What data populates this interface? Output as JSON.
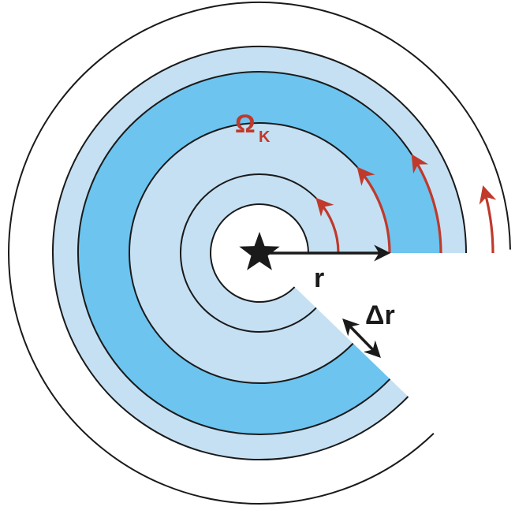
{
  "labels": {
    "radius": "r",
    "ring_width": "Δr",
    "angular_velocity_symbol": "Ω",
    "angular_velocity_subscript": "K"
  },
  "colors": {
    "light_ring": "#c5e0f3",
    "dark_ring": "#6cc4ef",
    "outline": "#1a1a1a",
    "rotation_arrow": "#c0392b",
    "star": "#1a1a1a",
    "background": "#ffffff"
  },
  "icons": {
    "central_object": "star-icon",
    "rotation": "curved-arrow-icon"
  }
}
